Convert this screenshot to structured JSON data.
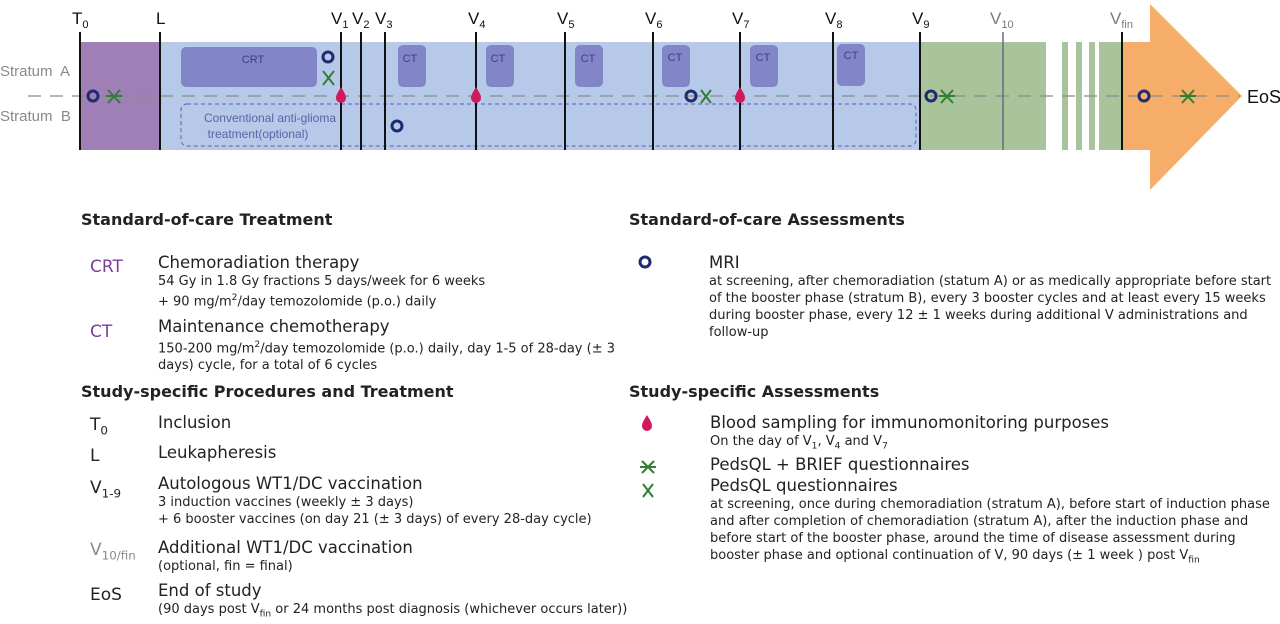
{
  "timeline": {
    "visits": [
      {
        "label": "T",
        "sub": "0"
      },
      {
        "label": "L",
        "sub": ""
      },
      {
        "label": "V",
        "sub": "1"
      },
      {
        "label": "V",
        "sub": "2"
      },
      {
        "label": "V",
        "sub": "3"
      },
      {
        "label": "V",
        "sub": "4"
      },
      {
        "label": "V",
        "sub": "5"
      },
      {
        "label": "V",
        "sub": "6"
      },
      {
        "label": "V",
        "sub": "7"
      },
      {
        "label": "V",
        "sub": "8"
      },
      {
        "label": "V",
        "sub": "9"
      },
      {
        "label": "V",
        "sub": "10"
      },
      {
        "label": "V",
        "sub": "fin"
      }
    ],
    "stratum_a": "Stratum  A",
    "stratum_b": "Stratum  B",
    "crt_label": "CRT",
    "ct_label": "CT",
    "conventional_line1": "Conventional anti-glioma",
    "conventional_line2": "treatment(optional)",
    "eos": "EoS",
    "colors": {
      "screening": "#a07eb6",
      "treatment": "#b6c9e8",
      "maintenance": "#a9c39b",
      "followup": "#f7ad6a",
      "block": "#8285c7",
      "mri": "#1f2b6e",
      "blood": "#d0195d",
      "questionnaire": "#2f7f35"
    }
  },
  "soc_treatment": {
    "heading": "Standard-of-care Treatment",
    "crt": {
      "abbr": "CRT",
      "title": "Chemoradiation therapy",
      "line1": "54 Gy in 1.8 Gy fractions 5 days/week for 6 weeks",
      "line2_pre": "+ 90 mg/m",
      "line2_sup": "2",
      "line2_post": "/day temozolomide (p.o.) daily"
    },
    "ct": {
      "abbr": "CT",
      "title": "Maintenance chemotherapy",
      "line1_pre": "150-200 mg/m",
      "line1_sup": "2",
      "line1_post": "/day temozolomide (p.o.) daily, day 1-5 of 28-day (± 3",
      "line2": "days) cycle, for a total of 6 cycles"
    }
  },
  "study_procedures": {
    "heading": "Study-specific Procedures and Treatment",
    "t0": {
      "abbr": "T",
      "abbr_sub": "0",
      "title": "Inclusion"
    },
    "l": {
      "abbr": "L",
      "title": "Leukapheresis"
    },
    "v19": {
      "abbr": "V",
      "abbr_sub": "1-9",
      "title": "Autologous WT1/DC vaccination",
      "line1": "3 induction vaccines (weekly ± 3 days)",
      "line2": "+ 6 booster vaccines (on day 21 (± 3 days) of every 28-day cycle)"
    },
    "v10": {
      "abbr": "V",
      "abbr_sub": "10/fin",
      "title": "Additional WT1/DC vaccination",
      "line1": "(optional, fin = final)"
    },
    "eos": {
      "abbr": "EoS",
      "title": "End of study",
      "line1_pre": "(90 days post V",
      "line1_sub": "fin",
      "line1_post": " or 24 months post diagnosis (whichever occurs later))"
    }
  },
  "soc_assessments": {
    "heading": "Standard-of-care Assessments",
    "mri": {
      "title": "MRI",
      "line1": "at screening, after chemoradiation (statum A) or as medically appropriate before start",
      "line2": "of the booster phase (stratum B), every 3 booster cycles and at least every 15 weeks",
      "line3": "during booster phase, every 12 ± 1 weeks during additional V administrations  and",
      "line4": "follow-up"
    }
  },
  "study_assessments": {
    "heading": "Study-specific Assessments",
    "blood": {
      "title": "Blood sampling for immunomonitoring purposes",
      "pre": "On the day of V",
      "s1": "1",
      "mid1": ", V",
      "s2": "4",
      "mid2": " and V",
      "s3": "7"
    },
    "pedsql_brief": {
      "title": "PedsQL + BRIEF questionnaires"
    },
    "pedsql": {
      "title": "PedsQL questionnaires",
      "line1": "at screening, once during chemoradiation (stratum A), before start of induction phase",
      "line2": "and after completion of chemoradiation (stratum A), after the induction phase and",
      "line3": "before start of the booster phase, around the time of disease assessment during",
      "line4_pre": "booster phase and optional continuation of V, 90 days (± 1 week ) post V",
      "line4_sub": "fin"
    }
  }
}
